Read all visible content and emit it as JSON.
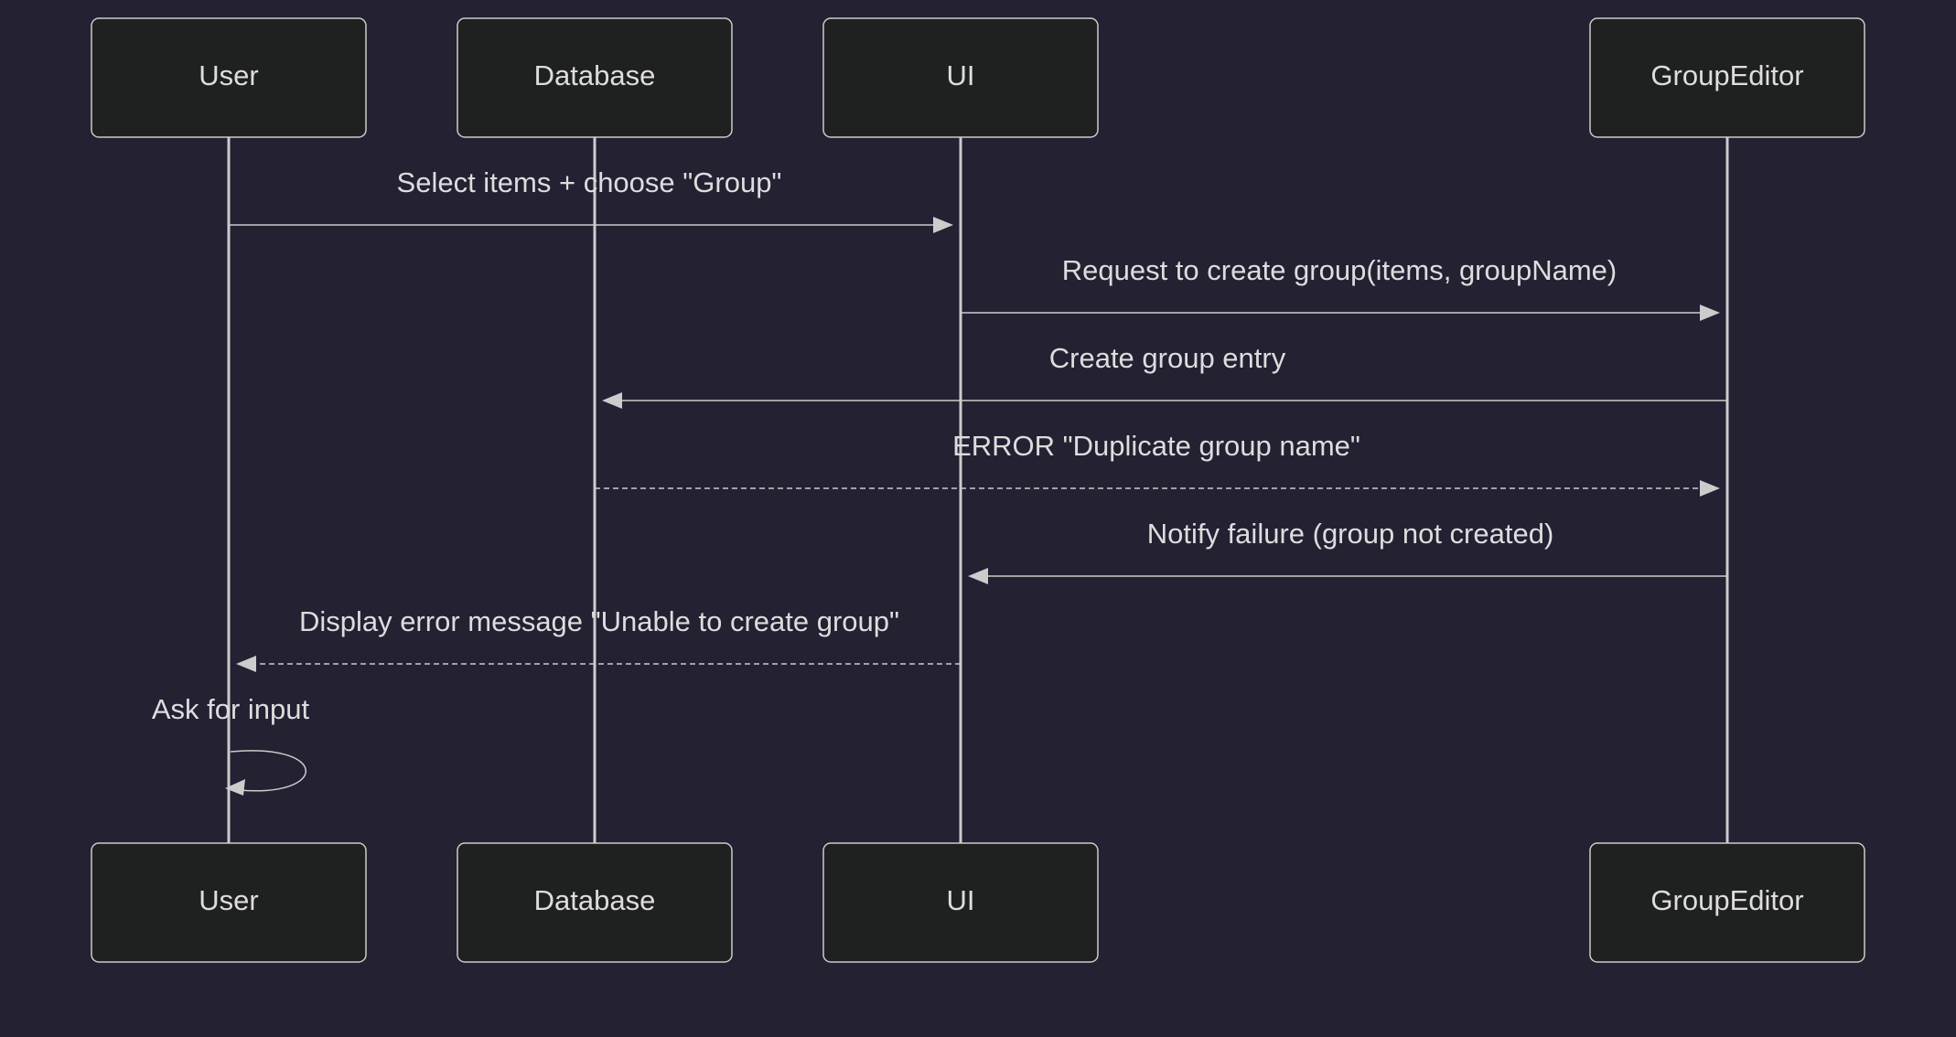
{
  "diagram": {
    "type": "sequence",
    "colors": {
      "background": "#232132",
      "actor_fill": "#1f2020",
      "stroke": "#cccccc",
      "text": "#dddddd"
    },
    "actors": [
      {
        "id": "user",
        "label": "User"
      },
      {
        "id": "database",
        "label": "Database"
      },
      {
        "id": "ui",
        "label": "UI"
      },
      {
        "id": "groupeditor",
        "label": "GroupEditor"
      }
    ],
    "messages": [
      {
        "from": "user",
        "to": "ui",
        "label": "Select items + choose \"Group\"",
        "style": "solid"
      },
      {
        "from": "ui",
        "to": "groupeditor",
        "label": "Request to create group(items, groupName)",
        "style": "solid"
      },
      {
        "from": "groupeditor",
        "to": "database",
        "label": "Create group entry",
        "style": "solid"
      },
      {
        "from": "database",
        "to": "groupeditor",
        "label": "ERROR \"Duplicate group name\"",
        "style": "dashed"
      },
      {
        "from": "groupeditor",
        "to": "ui",
        "label": "Notify failure (group not created)",
        "style": "solid"
      },
      {
        "from": "ui",
        "to": "user",
        "label": "Display error message \"Unable to create group\"",
        "style": "dashed"
      },
      {
        "from": "user",
        "to": "user",
        "label": "Ask for input",
        "style": "solid"
      }
    ]
  }
}
